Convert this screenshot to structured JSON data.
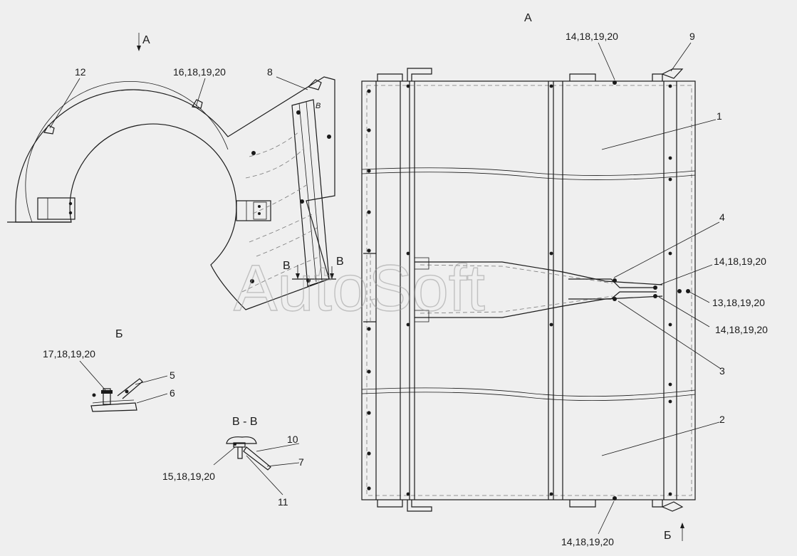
{
  "views": {
    "side_view_arrow": "А",
    "top_view_title": "А",
    "detail_b_title": "Б",
    "section_title": "В - В",
    "section_mark_left": "В",
    "section_mark_right": "В",
    "section_mark_small": "В",
    "view_b_arrow": "Б"
  },
  "callouts": {
    "c1": "1",
    "c2": "2",
    "c3": "3",
    "c4": "4",
    "c5": "5",
    "c6": "6",
    "c7": "7",
    "c8": "8",
    "c9": "9",
    "c10": "10",
    "c11": "11",
    "c12": "12",
    "top_fasteners": "14,18,19,20",
    "side_fasteners": "16,18,19,20",
    "right_upper": "14,18,19,20",
    "right_middle": "13,18,19,20",
    "right_lower": "14,18,19,20",
    "bottom_fasteners": "14,18,19,20",
    "detail_b_fasteners": "17,18,19,20",
    "section_fasteners": "15,18,19,20"
  },
  "watermark": "AutoSoft"
}
